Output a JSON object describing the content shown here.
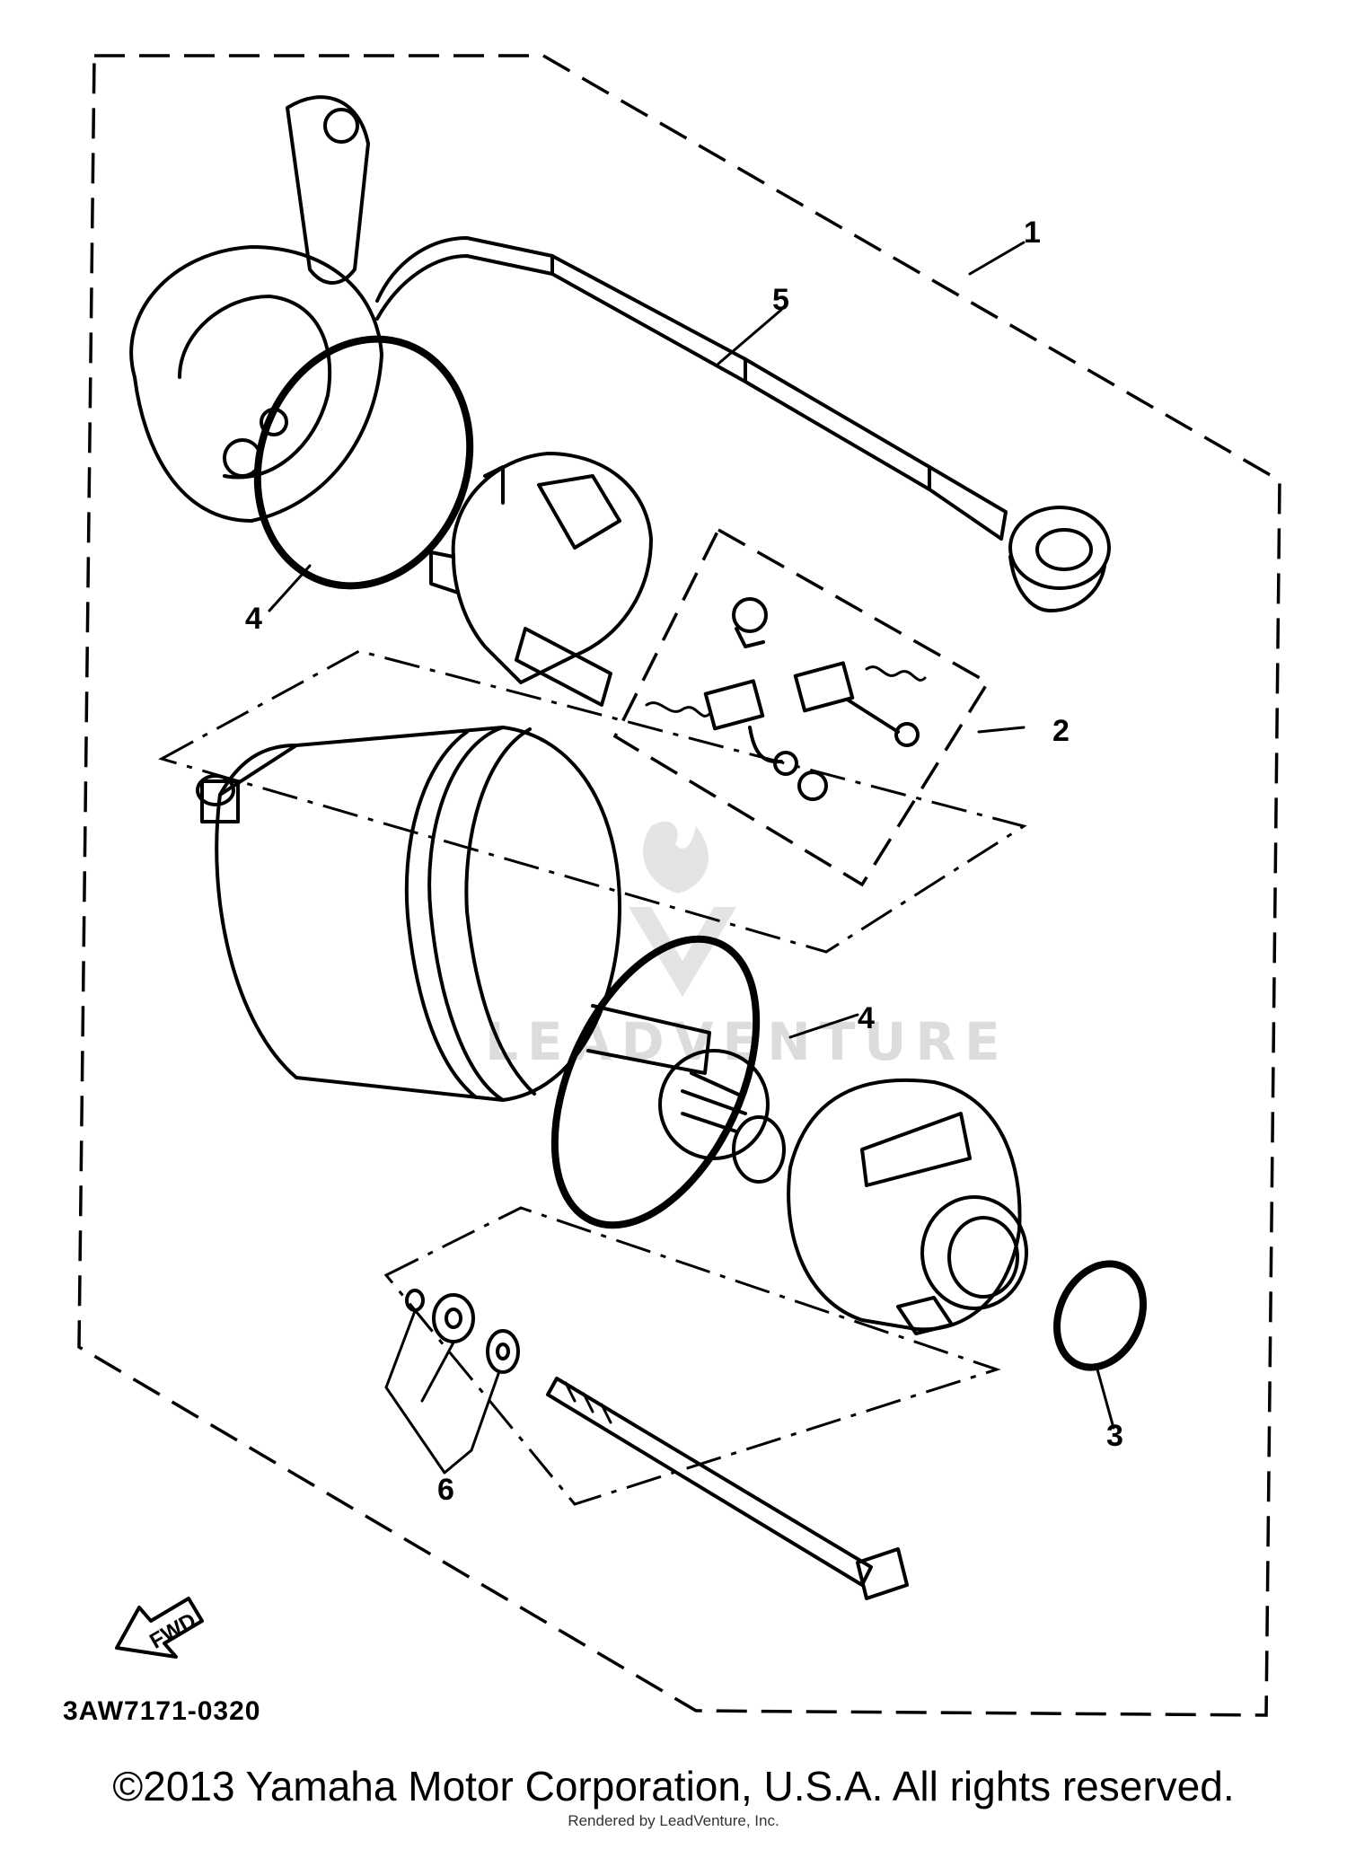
{
  "diagram": {
    "callouts": {
      "part1": "1",
      "part2": "2",
      "part3": "3",
      "part4_upper": "4",
      "part4_lower": "4",
      "part5": "5",
      "part6": "6"
    },
    "direction_label": "FWD",
    "diagram_code": "3AW7171-0320",
    "watermark": "LEADVENTURE"
  },
  "footer": {
    "copyright": "©2013 Yamaha Motor Corporation, U.S.A. All rights reserved.",
    "rendered_by": "Rendered by LeadVenture, Inc."
  }
}
